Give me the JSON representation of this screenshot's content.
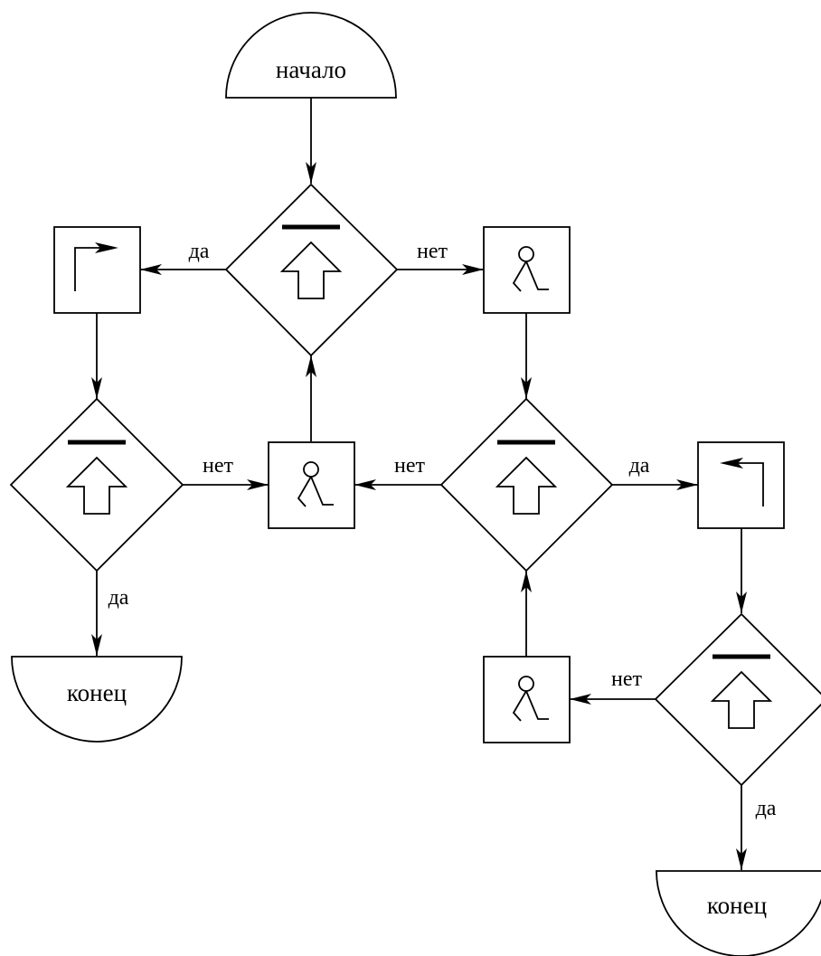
{
  "terminals": {
    "start": "начало",
    "end_left": "конец",
    "end_right": "конец"
  },
  "edge_labels": {
    "d1_yes": "да",
    "d1_no": "нет",
    "d2_no": "нет",
    "d2_yes": "да",
    "d3_no": "нет",
    "d3_yes": "да",
    "d4_no": "нет",
    "d4_yes": "да"
  },
  "icons": {
    "condition": "wall-ahead-up-arrow-icon",
    "turn_right": "turn-right-arrow-icon",
    "turn_left": "turn-left-arrow-icon",
    "step": "walking-figure-icon"
  },
  "colors": {
    "stroke": "#000000",
    "fill": "#ffffff"
  }
}
